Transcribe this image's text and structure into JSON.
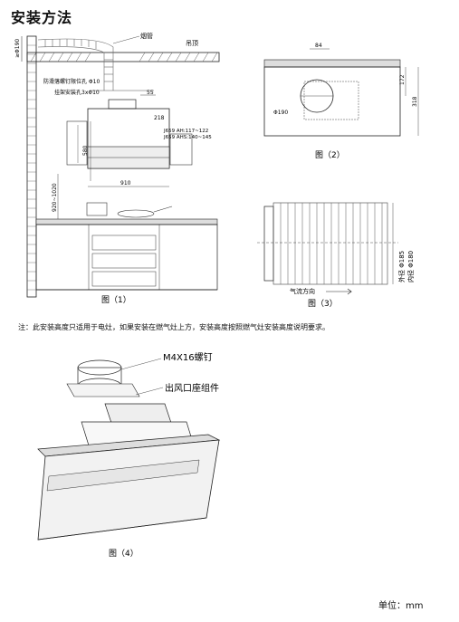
{
  "page_title": "安装方法",
  "fig1": {
    "label": "图（1）",
    "chimney": "烟管",
    "ceiling": "吊顶",
    "dim_190": "≥Φ190",
    "screw_limit": "防滑落螺钉限位孔 Φ10",
    "bracket_hole": "挂架安装孔3xΦ10",
    "dim_55": "55",
    "dim_218": "218",
    "model_a": "J659 AH:117~122",
    "model_b": "J659 AHS:140~145",
    "dim_580": "580",
    "dim_920_1020": "920~1020",
    "dim_910": "910"
  },
  "fig2": {
    "label": "图（2）",
    "dim_84": "84",
    "dim_172": "172",
    "dim_318": "318",
    "dim_190": "Φ190"
  },
  "fig3": {
    "label": "图（3）",
    "airflow": "气流方向",
    "outer": "外径 Φ185",
    "inner": "内径 Φ180"
  },
  "note": "注：此安装高度只适用于电灶，如果安装在燃气灶上方，安装高度按照燃气灶安装高度说明要求。",
  "fig4": {
    "label": "图（4）",
    "screw": "M4X16螺钉",
    "outlet": "出风口座组件"
  },
  "unit": "单位：mm"
}
